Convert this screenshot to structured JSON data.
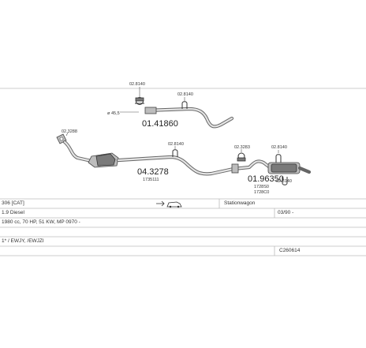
{
  "labels": {
    "clamp_top": "02.8140",
    "bracket_top": "02.8140",
    "front_pipe_size": "45,5",
    "front_pipe_code": "01.41860",
    "manifold_clamp": "02.3288",
    "bracket_mid": "02.8140",
    "cat_code": "04.3278",
    "cat_sub": "1735111",
    "clamp_rear": "02.3283",
    "hanger_rear": "02.8140",
    "rear_code": "01.96350",
    "rear_sub1": "1728S0",
    "rear_sub2": "1728C0",
    "bracket_low": "02.8140"
  },
  "info": {
    "row1": {
      "model": "306 [CAT]",
      "body": "Stationwagon"
    },
    "row2": {
      "engine": "1.9 Diesel",
      "date": "03/90 -"
    },
    "row3": {
      "spec": "1980 cc, 70 HP, 51 KW, MP 0970 -"
    },
    "row4": {
      "engine_codes": "1* / EWJY, /EWJZI"
    },
    "row5": {
      "ref": "C260614"
    }
  },
  "colors": {
    "pipe": "#666666",
    "part_fill": "#bdbdbd",
    "line": "#bbbbbb"
  },
  "icons": {
    "car": "car-wagon-icon",
    "arrow": "direction-arrow-icon"
  }
}
